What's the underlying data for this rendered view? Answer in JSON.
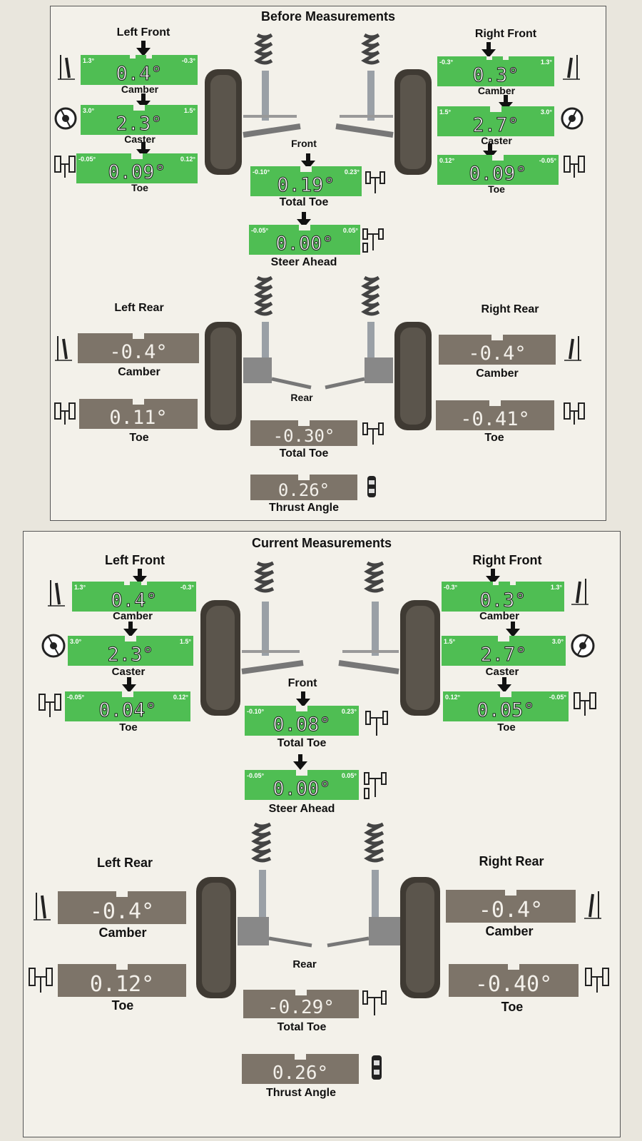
{
  "before": {
    "title": "Before Measurements",
    "front_label": "Front",
    "rear_label": "Rear",
    "left_front": {
      "heading": "Left Front",
      "camber": {
        "label": "Camber",
        "value": "0.4°",
        "min": "1.3°",
        "max": "-0.3°"
      },
      "caster": {
        "label": "Caster",
        "value": "2.3°",
        "min": "3.0°",
        "max": "1.5°"
      },
      "toe": {
        "label": "Toe",
        "value": "0.09°",
        "min": "-0.05°",
        "max": "0.12°"
      }
    },
    "right_front": {
      "heading": "Right Front",
      "camber": {
        "label": "Camber",
        "value": "0.3°",
        "min": "-0.3°",
        "max": "1.3°"
      },
      "caster": {
        "label": "Caster",
        "value": "2.7°",
        "min": "1.5°",
        "max": "3.0°"
      },
      "toe": {
        "label": "Toe",
        "value": "0.09°",
        "min": "0.12°",
        "max": "-0.05°"
      }
    },
    "front_total_toe": {
      "label": "Total Toe",
      "value": "0.19°",
      "min": "-0.10°",
      "max": "0.23°"
    },
    "steer_ahead": {
      "label": "Steer Ahead",
      "value": "0.00°",
      "min": "-0.05°",
      "max": "0.05°"
    },
    "left_rear": {
      "heading": "Left Rear",
      "camber": {
        "label": "Camber",
        "value": "-0.4°"
      },
      "toe": {
        "label": "Toe",
        "value": "0.11°"
      }
    },
    "right_rear": {
      "heading": "Right Rear",
      "camber": {
        "label": "Camber",
        "value": "-0.4°"
      },
      "toe": {
        "label": "Toe",
        "value": "-0.41°"
      }
    },
    "rear_total_toe": {
      "label": "Total Toe",
      "value": "-0.30°"
    },
    "thrust_angle": {
      "label": "Thrust Angle",
      "value": "0.26°"
    }
  },
  "current": {
    "title": "Current Measurements",
    "front_label": "Front",
    "rear_label": "Rear",
    "left_front": {
      "heading": "Left Front",
      "camber": {
        "label": "Camber",
        "value": "0.4°",
        "min": "1.3°",
        "max": "-0.3°"
      },
      "caster": {
        "label": "Caster",
        "value": "2.3°",
        "min": "3.0°",
        "max": "1.5°"
      },
      "toe": {
        "label": "Toe",
        "value": "0.04°",
        "min": "-0.05°",
        "max": "0.12°"
      }
    },
    "right_front": {
      "heading": "Right Front",
      "camber": {
        "label": "Camber",
        "value": "0.3°",
        "min": "-0.3°",
        "max": "1.3°"
      },
      "caster": {
        "label": "Caster",
        "value": "2.7°",
        "min": "1.5°",
        "max": "3.0°"
      },
      "toe": {
        "label": "Toe",
        "value": "0.05°",
        "min": "0.12°",
        "max": "-0.05°"
      }
    },
    "front_total_toe": {
      "label": "Total Toe",
      "value": "0.08°",
      "min": "-0.10°",
      "max": "0.23°"
    },
    "steer_ahead": {
      "label": "Steer Ahead",
      "value": "0.00°",
      "min": "-0.05°",
      "max": "0.05°"
    },
    "left_rear": {
      "heading": "Left Rear",
      "camber": {
        "label": "Camber",
        "value": "-0.4°"
      },
      "toe": {
        "label": "Toe",
        "value": "0.12°"
      }
    },
    "right_rear": {
      "heading": "Right Rear",
      "camber": {
        "label": "Camber",
        "value": "-0.4°"
      },
      "toe": {
        "label": "Toe",
        "value": "-0.40°"
      }
    },
    "rear_total_toe": {
      "label": "Total Toe",
      "value": "-0.29°"
    },
    "thrust_angle": {
      "label": "Thrust Angle",
      "value": "0.26°"
    }
  },
  "colors": {
    "in_spec": "#4fbe53",
    "no_spec": "#7d7469",
    "background": "#f3f1ea"
  }
}
